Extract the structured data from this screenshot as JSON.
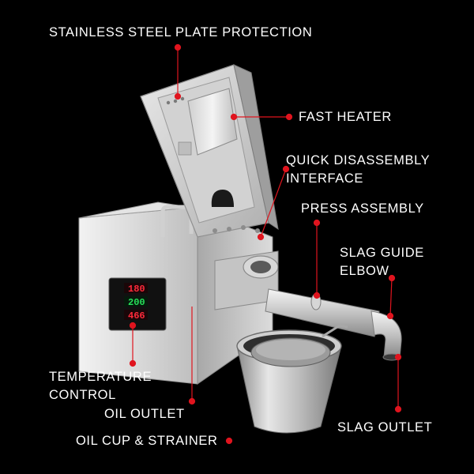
{
  "colors": {
    "background": "#000000",
    "label_text": "#ffffff",
    "callout": "#e0141e",
    "display_red": "#ff2a3a",
    "display_green": "#27e05a"
  },
  "labels": {
    "stainless_plate": "STAINLESS STEEL PLATE PROTECTION",
    "fast_heater": "FAST HEATER",
    "quick_disassembly": [
      "QUICK DISASSEMBLY",
      "INTERFACE"
    ],
    "press_assembly": "PRESS ASSEMBLY",
    "slag_guide_elbow": [
      "SLAG GUIDE",
      "ELBOW"
    ],
    "temperature_control": [
      "TEMPERATURE",
      "CONTROL"
    ],
    "oil_outlet": "OIL OUTLET",
    "slag_outlet": "SLAG OUTLET",
    "oil_cup_strainer": "OIL CUP & STRAINER"
  },
  "control_panel": {
    "readouts": [
      "180",
      "200",
      "466"
    ]
  }
}
